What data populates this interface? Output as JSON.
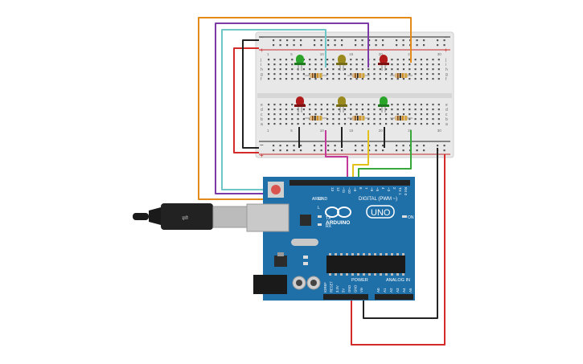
{
  "board": {
    "brand": "ARDUINO",
    "model": "UNO",
    "digital_label": "DIGITAL (PWM ~)",
    "power_label": "POWER",
    "analog_label": "ANALOG IN",
    "on_label": "ON",
    "tx_label": "TX",
    "rx_label": "RX",
    "l_label": "L",
    "aref_label": "AREF",
    "gnd_label": "GND",
    "ioref_label": "IOREF",
    "reset_label": "RESET",
    "v33_label": "3.3V",
    "v5_label": "5V",
    "vin_label": "Vin",
    "digital_pins": [
      "13",
      "12",
      "~11",
      "~10",
      "~9",
      "8",
      "7",
      "~6",
      "~5",
      "4",
      "~3",
      "2",
      "TX 1",
      "RX 0"
    ],
    "analog_pins": [
      "A0",
      "A1",
      "A2",
      "A3",
      "A4",
      "A5"
    ]
  },
  "breadboard": {
    "rail_minus": "−",
    "rail_plus": "+",
    "row_letters_top": [
      "j",
      "i",
      "h",
      "g",
      "f"
    ],
    "row_letters_bottom": [
      "e",
      "d",
      "c",
      "b",
      "a"
    ],
    "column_numbers": [
      "1",
      "5",
      "10",
      "15",
      "20",
      "25",
      "30"
    ]
  },
  "components": {
    "leds_top": [
      "green",
      "yellow",
      "red"
    ],
    "leds_bottom": [
      "red",
      "yellow",
      "green"
    ]
  },
  "colors": {
    "board": "#1f6fa8",
    "breadboard": "#e6e6e6",
    "wire_orange": "#e38a19",
    "wire_purple": "#7b3aa6",
    "wire_cyan": "#6ec6c8",
    "wire_red": "#d42a2a",
    "wire_black": "#222222",
    "wire_magenta": "#c2399a",
    "wire_yellow": "#e2c21a",
    "wire_green": "#39a83a",
    "led_green": "#2aa52a",
    "led_yellow": "#9a8a1e",
    "led_red": "#b01a1a"
  }
}
